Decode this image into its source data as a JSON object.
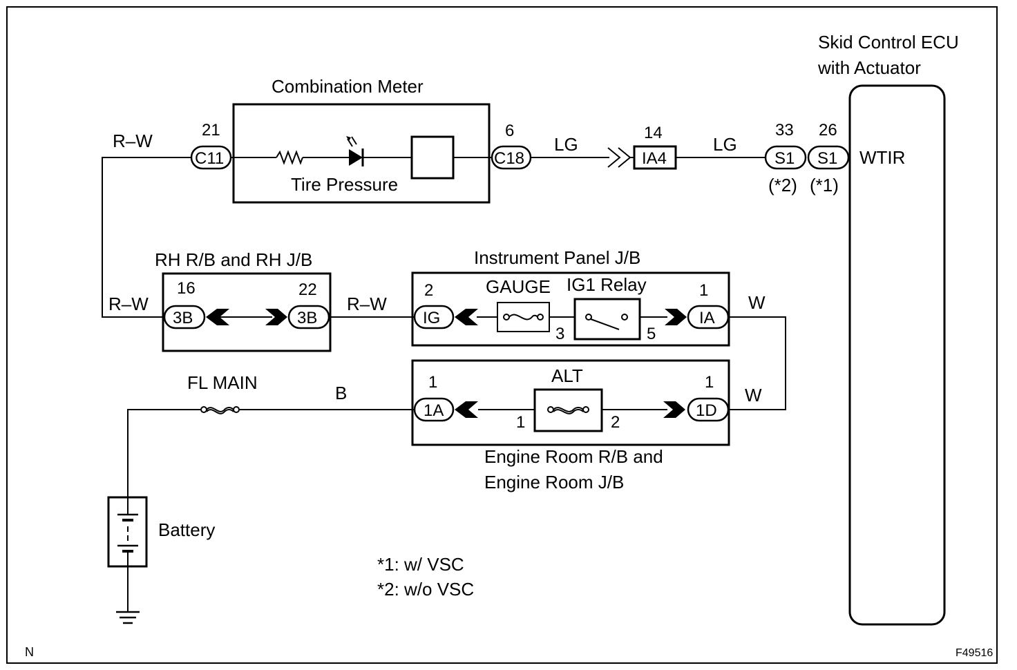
{
  "components": {
    "skid_ecu_line1": "Skid Control ECU",
    "skid_ecu_line2": "with Actuator",
    "wtir": "WTIR",
    "combination_meter": "Combination Meter",
    "tire_pressure": "Tire Pressure",
    "rh_rb_jb": "RH R/B and RH J/B",
    "instrument_panel_jb": "Instrument Panel J/B",
    "gauge": "GAUGE",
    "ig1_relay": "IG1 Relay",
    "alt": "ALT",
    "engine_room_line1": "Engine Room R/B and",
    "engine_room_line2": "Engine Room J/B",
    "fl_main": "FL MAIN",
    "battery": "Battery"
  },
  "wires": {
    "rw_top": "R–W",
    "lg_left": "LG",
    "lg_right": "LG",
    "rw_left": "R–W",
    "rw_mid": "R–W",
    "w_top": "W",
    "w_bottom": "W",
    "b": "B"
  },
  "connectors": {
    "c11": "C11",
    "c18": "C18",
    "ia4": "IA4",
    "s1_a": "S1",
    "s1_b": "S1",
    "rh_3b_left": "3B",
    "rh_3b_right": "3B",
    "ig": "IG",
    "ia": "IA",
    "c1a": "1A",
    "c1d": "1D"
  },
  "pins": {
    "p21": "21",
    "p6": "6",
    "p14": "14",
    "p33": "33",
    "p26": "26",
    "p16": "16",
    "p22": "22",
    "p2": "2",
    "p1_ia": "1",
    "p3": "3",
    "p5": "5",
    "p1_1a": "1",
    "p1_1d": "1",
    "p1_alt": "1",
    "p2_alt": "2"
  },
  "variants": {
    "star2_tag": "(*2)",
    "star1_tag": "(*1)",
    "note1": "*1: w/ VSC",
    "note2": "*2: w/o VSC"
  },
  "corner": {
    "left": "N",
    "right": "F49516"
  }
}
